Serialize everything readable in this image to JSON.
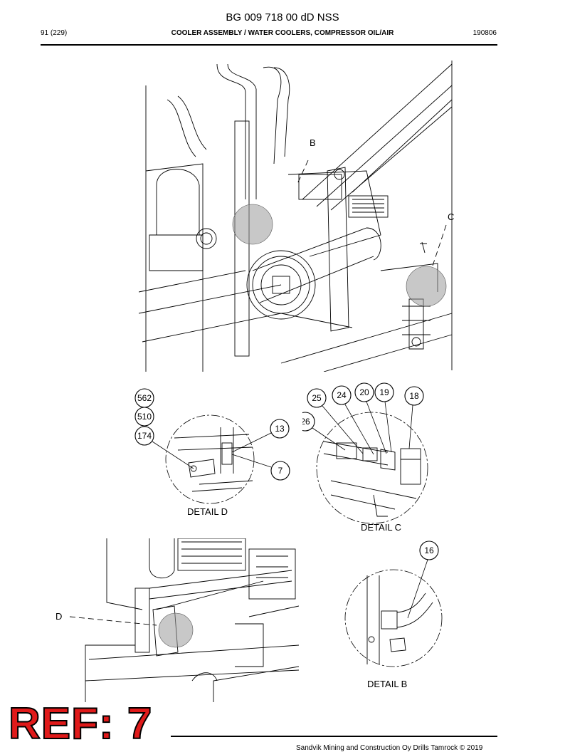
{
  "header": {
    "doc_number": "BG 009 718 00 dD NSS",
    "page": "91 (229)",
    "section_title": "COOLER ASSEMBLY / WATER COOLERS, COMPRESSOR OIL/AIR",
    "date_code": "190806"
  },
  "main_view": {
    "view_labels": [
      "B",
      "C"
    ]
  },
  "detail_d": {
    "title": "DETAIL  D",
    "callouts": [
      "562",
      "510",
      "174",
      "13",
      "7"
    ]
  },
  "detail_c": {
    "title": "DETAIL  C",
    "callouts": [
      "25",
      "24",
      "20",
      "19",
      "18",
      "26"
    ]
  },
  "bottom_view": {
    "view_label": "D"
  },
  "detail_b": {
    "title": "DETAIL  B",
    "callouts": [
      "16"
    ]
  },
  "stamp": "REF: 7",
  "footer": "Sandvik Mining and Construction Oy Drills Tamrock © 2019"
}
